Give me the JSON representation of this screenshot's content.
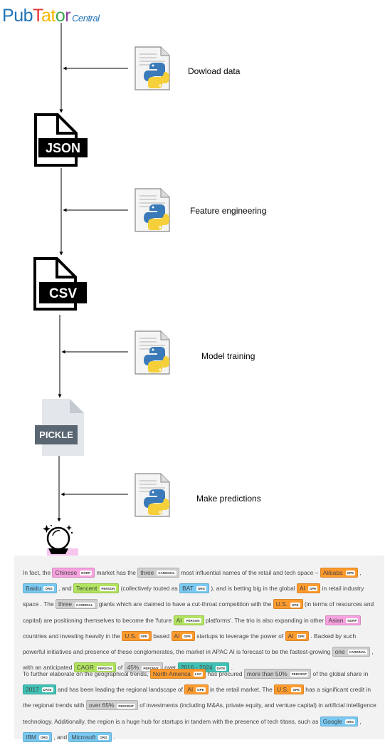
{
  "logo": {
    "letters": [
      {
        "ch": "P",
        "color": "#1f73b7"
      },
      {
        "ch": "u",
        "color": "#1f73b7"
      },
      {
        "ch": "b",
        "color": "#1f73b7"
      },
      {
        "ch": "T",
        "color": "#e8312e"
      },
      {
        "ch": "a",
        "color": "#f7b500"
      },
      {
        "ch": "t",
        "color": "#f7b500"
      },
      {
        "ch": "o",
        "color": "#3aa64c"
      },
      {
        "ch": "r",
        "color": "#8a3fa0"
      }
    ],
    "subtitle": "Central"
  },
  "files": {
    "json_label": "JSON",
    "csv_label": "CSV",
    "pickle_label": "PICKLE"
  },
  "steps": [
    {
      "label": "Dowload data"
    },
    {
      "label": "Feature engineering"
    },
    {
      "label": "Model training"
    },
    {
      "label": "Make predictions"
    }
  ],
  "colors": {
    "line": "#000000",
    "pickle_body": "#e3e6ea",
    "pickle_band": "#5a6672"
  },
  "ner_paragraphs": [
    [
      {
        "t": "In fact, the "
      },
      {
        "e": "Chinese",
        "l": "NORP",
        "c": "#f7a1e0"
      },
      {
        "t": " market has the "
      },
      {
        "e": "three",
        "l": "CARDINAL",
        "c": "#cfcfcf"
      },
      {
        "t": " most influential names of the retail and tech space – "
      },
      {
        "e": "Alibaba",
        "l": "GPE",
        "c": "#ff9b2e"
      },
      {
        "t": " , "
      },
      {
        "e": "Baidu",
        "l": "ORG",
        "c": "#79c9f2"
      },
      {
        "t": " , and "
      },
      {
        "e": "Tencent",
        "l": "PERSON",
        "c": "#b2e35f"
      },
      {
        "t": " (collectively touted as "
      },
      {
        "e": "BAT",
        "l": "ORG",
        "c": "#79c9f2"
      },
      {
        "t": " ), and is betting big in the global "
      },
      {
        "e": "AI",
        "l": "GPE",
        "c": "#ff9b2e"
      },
      {
        "t": " in retail industry space . The "
      },
      {
        "e": "three",
        "l": "CARDINAL",
        "c": "#cfcfcf"
      },
      {
        "t": " giants which are claimed to have a cut-throat competition with the "
      },
      {
        "e": "U.S.",
        "l": "GPE",
        "c": "#ff9b2e"
      },
      {
        "t": " (in terms of resources and capital) are positioning themselves to become the 'future "
      },
      {
        "e": "AI",
        "l": "PERSON",
        "c": "#b2e35f"
      },
      {
        "t": " platforms'. The trio is also expanding in other "
      },
      {
        "e": "Asian",
        "l": "NORP",
        "c": "#f7a1e0"
      },
      {
        "t": " countries and investing heavily in the "
      },
      {
        "e": "U.S.",
        "l": "GPE",
        "c": "#ff9b2e"
      },
      {
        "t": " based "
      },
      {
        "e": "AI",
        "l": "GPE",
        "c": "#ff9b2e"
      },
      {
        "t": " startups to leverage the power of "
      },
      {
        "e": "AI",
        "l": "GPE",
        "c": "#ff9b2e"
      },
      {
        "t": " . Backed by such powerful initiatives and presence of these conglomerates, the market in APAC AI is forecast to be the fastest-growing "
      },
      {
        "e": "one",
        "l": "CARDINAL",
        "c": "#cfcfcf"
      },
      {
        "t": " , with an anticipated "
      },
      {
        "e": "CAGR",
        "l": "PERSON",
        "c": "#b2e35f"
      },
      {
        "t": " of "
      },
      {
        "e": "45%",
        "l": "PERCENT",
        "c": "#cfcfcf"
      },
      {
        "t": " over "
      },
      {
        "e": "2016 - 2024",
        "l": "DATE",
        "c": "#3fc1b4"
      },
      {
        "t": " ."
      }
    ],
    [
      {
        "t": "To further elaborate on the geographical trends, "
      },
      {
        "e": "North America",
        "l": "LOC",
        "c": "#ff9b2e"
      },
      {
        "t": " has procured "
      },
      {
        "e": "more than 50%",
        "l": "PERCENT",
        "c": "#cfcfcf"
      },
      {
        "t": " of the global share in "
      },
      {
        "e": "2017",
        "l": "DATE",
        "c": "#3fc1b4"
      },
      {
        "t": " and has been leading the regional landscape of "
      },
      {
        "e": "AI",
        "l": "GPE",
        "c": "#ff9b2e"
      },
      {
        "t": " in the retail market. The "
      },
      {
        "e": "U.S.",
        "l": "GPE",
        "c": "#ff9b2e"
      },
      {
        "t": " has a significant credit in the regional trends with "
      },
      {
        "e": "over 65%",
        "l": "PERCENT",
        "c": "#cfcfcf"
      },
      {
        "t": " of investments (including M&As, private equity, and venture capital) in artificial intelligence technology. Additionally, the region is a huge hub for startups in tandem with the presence of tech titans, such as "
      },
      {
        "e": "Google",
        "l": "ORG",
        "c": "#79c9f2"
      },
      {
        "t": " , "
      },
      {
        "e": "IBM",
        "l": "ORG",
        "c": "#79c9f2"
      },
      {
        "t": " , and "
      },
      {
        "e": "Microsoft",
        "l": "ORG",
        "c": "#79c9f2"
      },
      {
        "t": " ."
      }
    ]
  ]
}
